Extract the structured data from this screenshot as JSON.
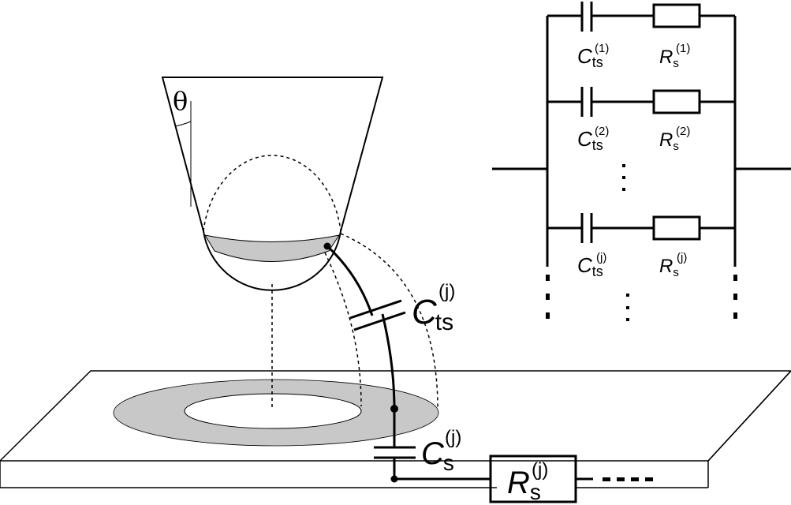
{
  "angle_label": "θ",
  "tip_capacitor": {
    "symbol": "C",
    "subscript": "ts",
    "superscript": "(j)"
  },
  "sample_capacitor": {
    "symbol": "C",
    "subscript": "s",
    "superscript": "(j)"
  },
  "sample_resistor": {
    "symbol": "R",
    "subscript": "s",
    "superscript": "(j)"
  },
  "circuit": {
    "branches": [
      {
        "cap": {
          "symbol": "C",
          "subscript": "ts",
          "superscript": "(1)"
        },
        "res": {
          "symbol": "R",
          "subscript": "s",
          "superscript": "(1)"
        }
      },
      {
        "cap": {
          "symbol": "C",
          "subscript": "ts",
          "superscript": "(2)"
        },
        "res": {
          "symbol": "R",
          "subscript": "s",
          "superscript": "(2)"
        }
      },
      {
        "cap": {
          "symbol": "C",
          "subscript": "ts",
          "superscript": "(j)"
        },
        "res": {
          "symbol": "R",
          "subscript": "s",
          "superscript": "(j)"
        }
      }
    ]
  }
}
